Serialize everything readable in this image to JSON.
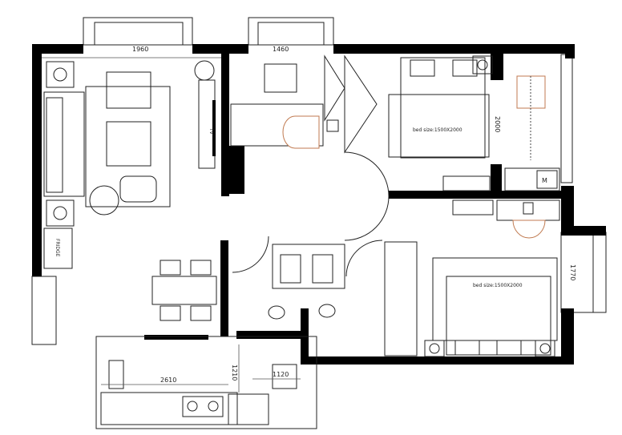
{
  "plan": {
    "dimensions": {
      "living_window": "1960",
      "kitchen_window_top": "1460",
      "bedroom1_height": "2000",
      "balcony_right": "1770",
      "kitchen_width": "2610",
      "kitchen_depth": "1210",
      "bath_width": "1120"
    },
    "labels": {
      "fridge": "FRIDGE",
      "tv": "TV",
      "bed1": "bed size:1500X2000",
      "bed2": "bed size:1500X2000",
      "wardrobe_mark": "M"
    }
  }
}
